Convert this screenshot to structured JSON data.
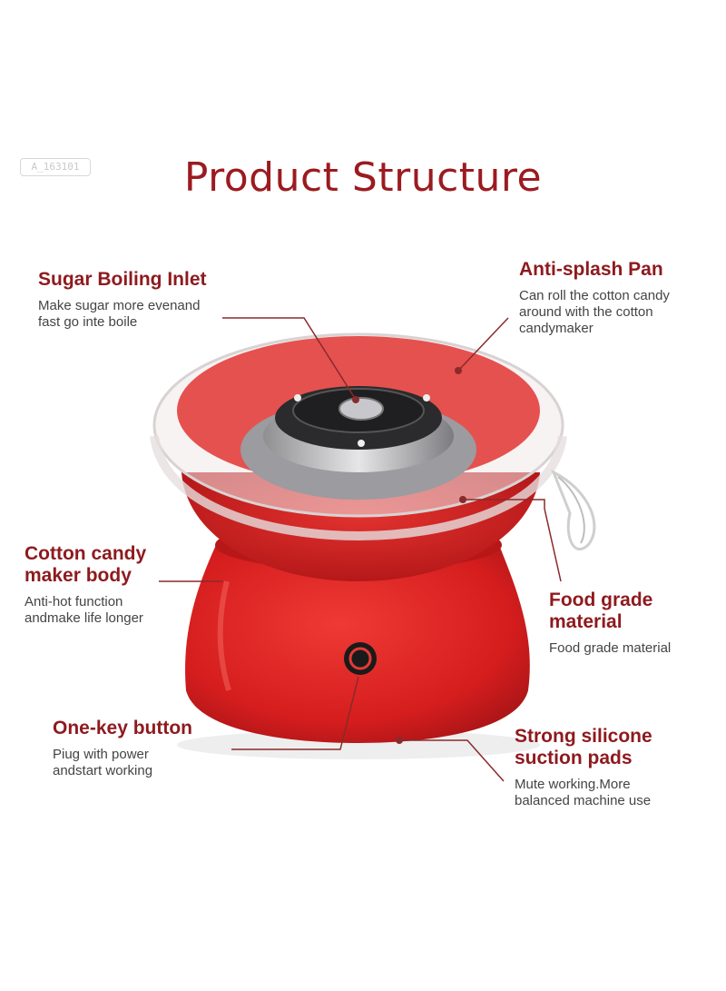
{
  "watermark": "A_163101",
  "title": "Product Structure",
  "callouts": {
    "sugar_inlet": {
      "heading": "Sugar Boiling Inlet",
      "description": "Make sugar more evenand\nfast go inte boile"
    },
    "anti_splash": {
      "heading": "Anti-splash Pan",
      "description": "Can roll the cotton candy\naround with the cotton\ncandymaker"
    },
    "body": {
      "heading": "Cotton candy\nmaker body",
      "description": "Anti-hot function\nandmake life longer"
    },
    "food_grade": {
      "heading": "Food grade\nmaterial",
      "description": "Food grade material"
    },
    "one_key": {
      "heading": "One-key button",
      "description": "Piug with power\nandstart working"
    },
    "suction": {
      "heading": "Strong silicone\nsuction pads",
      "description": "Mute working.More\nbalanced machine use"
    }
  },
  "colors": {
    "accent": "#9b1b20",
    "body_red": "#d81e20",
    "leader_line": "#8a2a2a"
  }
}
